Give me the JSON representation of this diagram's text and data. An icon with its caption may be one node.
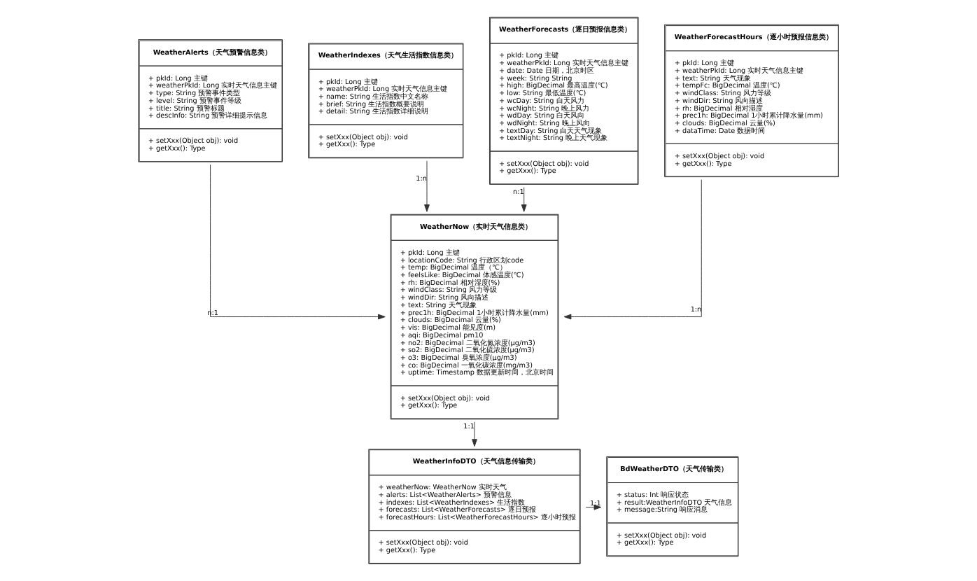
{
  "diagram": {
    "nodes": [
      {
        "text": [
          "BdWeatherDTO（天气传输类）",
          "+ status: Int 响应状态 + result:WeatherInfoDTO 天气信息 + message:String 响应消息",
          "+ setXxx(Object obj): void + getXxx(): Type"
        ]
      },
      {
        "text": [
          "WeatherInfoDTO（天气信息传输类）",
          "+ weatherNow: WeatherNow 实时天气 + alerts: List<WeatherAlerts> 预警信息 + indexes: List<WeatherIndexes> 生活指数 + forecasts: List<WeatherForecasts> 逐日预报 + forecastHours: List<WeatherForecastHours> 逐小时预报",
          "+ setXxx(Object obj): void + getXxx(): Type"
        ]
      },
      {
        "text": [
          "WeatherAlerts（天气预警信息类）",
          "+ pkId: Long 主键 + weatherPkId: Long 实时天气信息主键 + type: String 预警事件类型 + level: String 预警事件等级 + title: String 预警标题 + descInfo: String 预警详细提示信息",
          "+ setXxx(Object obj): void + getXxx(): Type"
        ]
      },
      {
        "text": [
          "WeatherNow（实时天气信息类）",
          "+ pkId: Long 主键 + locationCode: String 行政区划code + temp: BigDecimal 温度（℃） + feelsLike: BigDecimal 体感温度(℃) + rh: BigDecimal 相对湿度(%) + windClass: String 风力等级 + windDir: String 风向描述 + text: String 天气现象 + prec1h: BigDecimal 1小时累计降水量(mm) + clouds: BigDecimal 云量(%) + vis: BigDecimal 能见度(m) + aqi: BigDecimal pm10 + no2: BigDecimal 二氧化氮浓度(μg/m3) + so2: BigDecimal 二氧化硫浓度(μg/m3) + o3: BigDecimal 臭氧浓度(μg/m3) + co: BigDecimal 一氧化碳浓度(mg/m3) + uptime: Timestamp 数据更新时间，北京时间",
          "+ setXxx(Object obj): void + getXxx(): Type"
        ]
      },
      {
        "text": [
          "WeatherIndexes（天气生活指数信息类）",
          "+ pkId: Long 主键 + weatherPkId: Long 实时天气信息主键 + name: String 生活指数中文名称 + brief: String 生活指数概要说明 + detail: String 生活指数详细说明",
          "+ setXxx(Object obj): void + getXxx(): Type"
        ]
      },
      {
        "text": [
          "WeatherForecasts（逐日预报信息类）",
          "+ pkId: Long 主键 + weatherPkId: Long 实时天气信息主键 + date: Date 日期，北京时区 + week: String String + high: BigDecimal 最高温度(℃) + low: String 最低温度(℃) + wcDay: String 白天风力 + wcNight: String 晚上风力 + wdDay: String 白天风向 + wdNight: String 晚上风向 + textDay: String 白天天气现象 + textNight: String 晚上天气现象",
          "+ setXxx(Object obj): void + getXxx(): Type"
        ]
      },
      {
        "text": [
          "WeatherForecastHours（逐小时预报信息类）",
          "+ pkId: Long 主键 + weatherPkId: Long 实时天气信息主键 + text: String 天气现象 + tempFc: BigDecimal 温度(℃) + windClass: String 风力等级 + windDir: String 风向描述 + rh: BigDecimal 相对湿度 + prec1h: BigDecimal 1小时累计降水量(mm) + clouds: BigDecimal 云量(%) + dataTime: Date 数据时间",
          "+ setXxx(Object obj): void + getXxx(): Type"
        ]
      }
    ],
    "edges": [
      {
        "from": 1,
        "to": 0,
        "arrow": "to",
        "label": "1:1"
      },
      {
        "from": 3,
        "to": 1,
        "arrow": "to",
        "label": "1:1"
      },
      {
        "from": 2,
        "to": 3,
        "arrow": "to",
        "label": "n:1"
      },
      {
        "from": 5,
        "to": 3,
        "arrow": "to",
        "label": "n:1"
      },
      {
        "from": 4,
        "to": 3,
        "arrow": "to",
        "label": "1:n"
      },
      {
        "from": 6,
        "to": 3,
        "arrow": "to",
        "label": "1:n"
      }
    ]
  }
}
